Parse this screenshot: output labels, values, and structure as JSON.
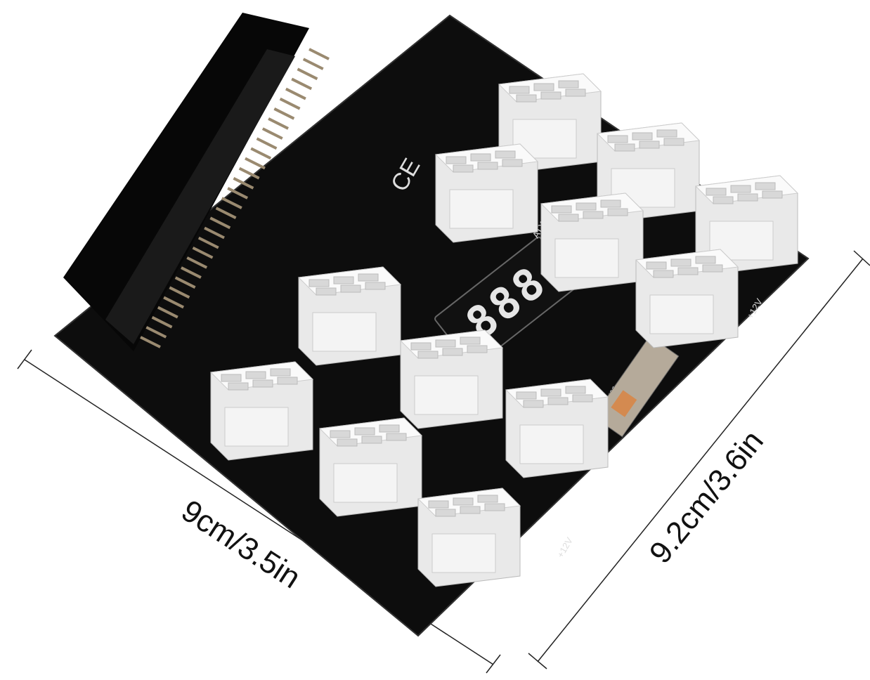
{
  "dimensions": {
    "width_label": "9cm/3.5in",
    "height_label": "9.2cm/3.6in"
  },
  "board": {
    "silkscreen": {
      "power": "Power",
      "plus12v_a": "+12V",
      "plus12v_b": "+12V",
      "atx": "ATX6",
      "ce": "CE"
    },
    "display_digits": "888"
  },
  "colors": {
    "pcb": "#0d0d0d",
    "connector": "#f2f2f2",
    "dimension_line": "#222222"
  }
}
